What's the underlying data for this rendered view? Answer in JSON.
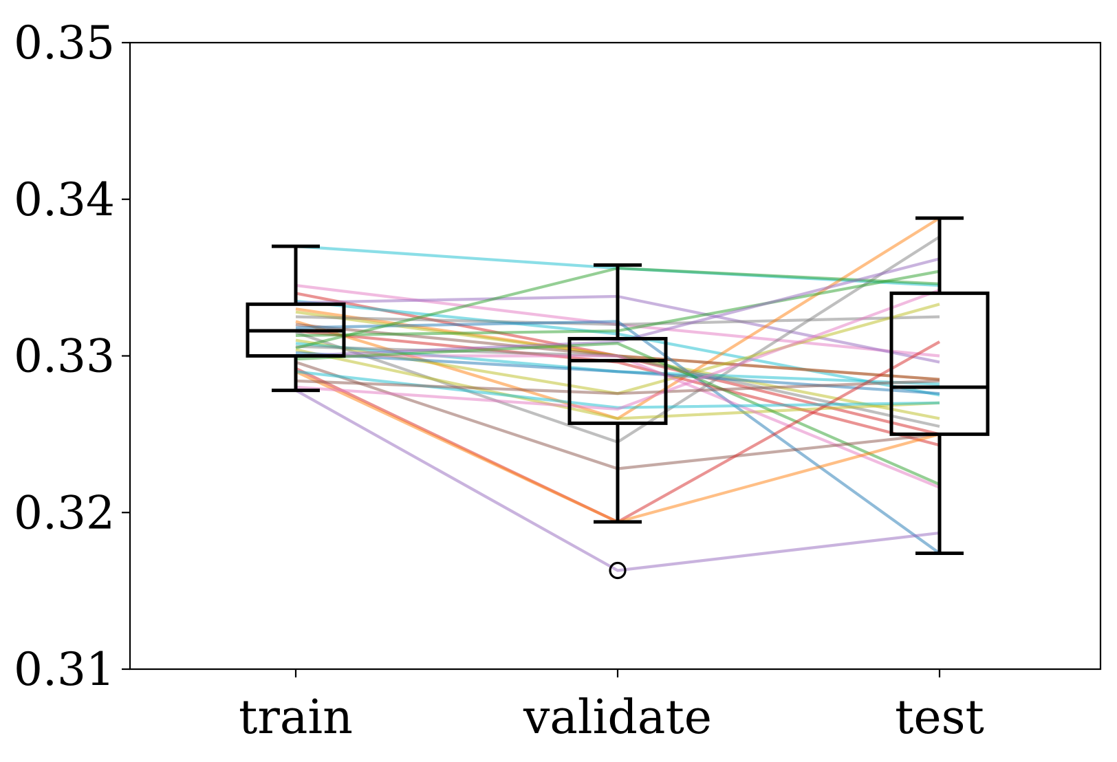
{
  "chart_data": {
    "type": "box",
    "categories": [
      "train",
      "validate",
      "test"
    ],
    "ylim": [
      0.31,
      0.35
    ],
    "yticks": [
      "0.31",
      "0.32",
      "0.33",
      "0.34",
      "0.35"
    ],
    "grid": false,
    "line_colors": [
      "#1f77b4",
      "#ff7f0e",
      "#2ca02c",
      "#d62728",
      "#9467bd",
      "#8c564b",
      "#e377c2",
      "#7f7f7f",
      "#bcbd22",
      "#17becf"
    ],
    "boxes": [
      {
        "category": "train",
        "whisker_low": 0.3278,
        "q1": 0.33,
        "median": 0.3316,
        "q3": 0.3333,
        "whisker_high": 0.337,
        "outliers": []
      },
      {
        "category": "validate",
        "whisker_low": 0.3194,
        "q1": 0.3257,
        "median": 0.3297,
        "q3": 0.3311,
        "whisker_high": 0.3358,
        "outliers": [
          0.3163
        ]
      },
      {
        "category": "test",
        "whisker_low": 0.3174,
        "q1": 0.325,
        "median": 0.328,
        "q3": 0.334,
        "whisker_high": 0.3388,
        "outliers": []
      }
    ],
    "series": [
      {
        "values": [
          0.337,
          0.3356,
          0.3345
        ],
        "color": "#17becf"
      },
      {
        "values": [
          0.3345,
          0.332,
          0.33
        ],
        "color": "#e377c2"
      },
      {
        "values": [
          0.334,
          0.33,
          0.325
        ],
        "color": "#d62728"
      },
      {
        "values": [
          0.3335,
          0.3314,
          0.3275
        ],
        "color": "#17becf"
      },
      {
        "values": [
          0.3334,
          0.3338,
          0.3296
        ],
        "color": "#9467bd"
      },
      {
        "values": [
          0.333,
          0.33,
          0.3285
        ],
        "color": "#ff7f0e"
      },
      {
        "values": [
          0.3328,
          0.33,
          0.326
        ],
        "color": "#bcbd22"
      },
      {
        "values": [
          0.3325,
          0.332,
          0.3325
        ],
        "color": "#7f7f7f"
      },
      {
        "values": [
          0.3322,
          0.326,
          0.3388
        ],
        "color": "#ff7f0e"
      },
      {
        "values": [
          0.332,
          0.33,
          0.3285
        ],
        "color": "#8c564b"
      },
      {
        "values": [
          0.3318,
          0.3322,
          0.3174
        ],
        "color": "#1f77b4"
      },
      {
        "values": [
          0.3316,
          0.3296,
          0.3243
        ],
        "color": "#d62728"
      },
      {
        "values": [
          0.3315,
          0.3245,
          0.3376
        ],
        "color": "#7f7f7f"
      },
      {
        "values": [
          0.3313,
          0.3316,
          0.3354
        ],
        "color": "#2ca02c"
      },
      {
        "values": [
          0.331,
          0.3276,
          0.3333
        ],
        "color": "#bcbd22"
      },
      {
        "values": [
          0.3308,
          0.329,
          0.3282
        ],
        "color": "#17becf"
      },
      {
        "values": [
          0.3306,
          0.33,
          0.3255
        ],
        "color": "#7f7f7f"
      },
      {
        "values": [
          0.3305,
          0.3356,
          0.3346
        ],
        "color": "#2ca02c"
      },
      {
        "values": [
          0.3304,
          0.326,
          0.327
        ],
        "color": "#bcbd22"
      },
      {
        "values": [
          0.3302,
          0.329,
          0.3276
        ],
        "color": "#1f77b4"
      },
      {
        "values": [
          0.33,
          0.3309,
          0.3362
        ],
        "color": "#9467bd"
      },
      {
        "values": [
          0.33,
          0.33,
          0.3216
        ],
        "color": "#e377c2"
      },
      {
        "values": [
          0.3298,
          0.3308,
          0.3218
        ],
        "color": "#2ca02c"
      },
      {
        "values": [
          0.3296,
          0.3228,
          0.325
        ],
        "color": "#8c564b"
      },
      {
        "values": [
          0.3292,
          0.3194,
          0.3309
        ],
        "color": "#d62728"
      },
      {
        "values": [
          0.329,
          0.3194,
          0.325
        ],
        "color": "#ff7f0e"
      },
      {
        "values": [
          0.329,
          0.3267,
          0.327
        ],
        "color": "#17becf"
      },
      {
        "values": [
          0.3284,
          0.3276,
          0.3284
        ],
        "color": "#8c564b"
      },
      {
        "values": [
          0.328,
          0.3266,
          0.3342
        ],
        "color": "#e377c2"
      },
      {
        "values": [
          0.3278,
          0.3163,
          0.3187
        ],
        "color": "#9467bd"
      }
    ]
  }
}
